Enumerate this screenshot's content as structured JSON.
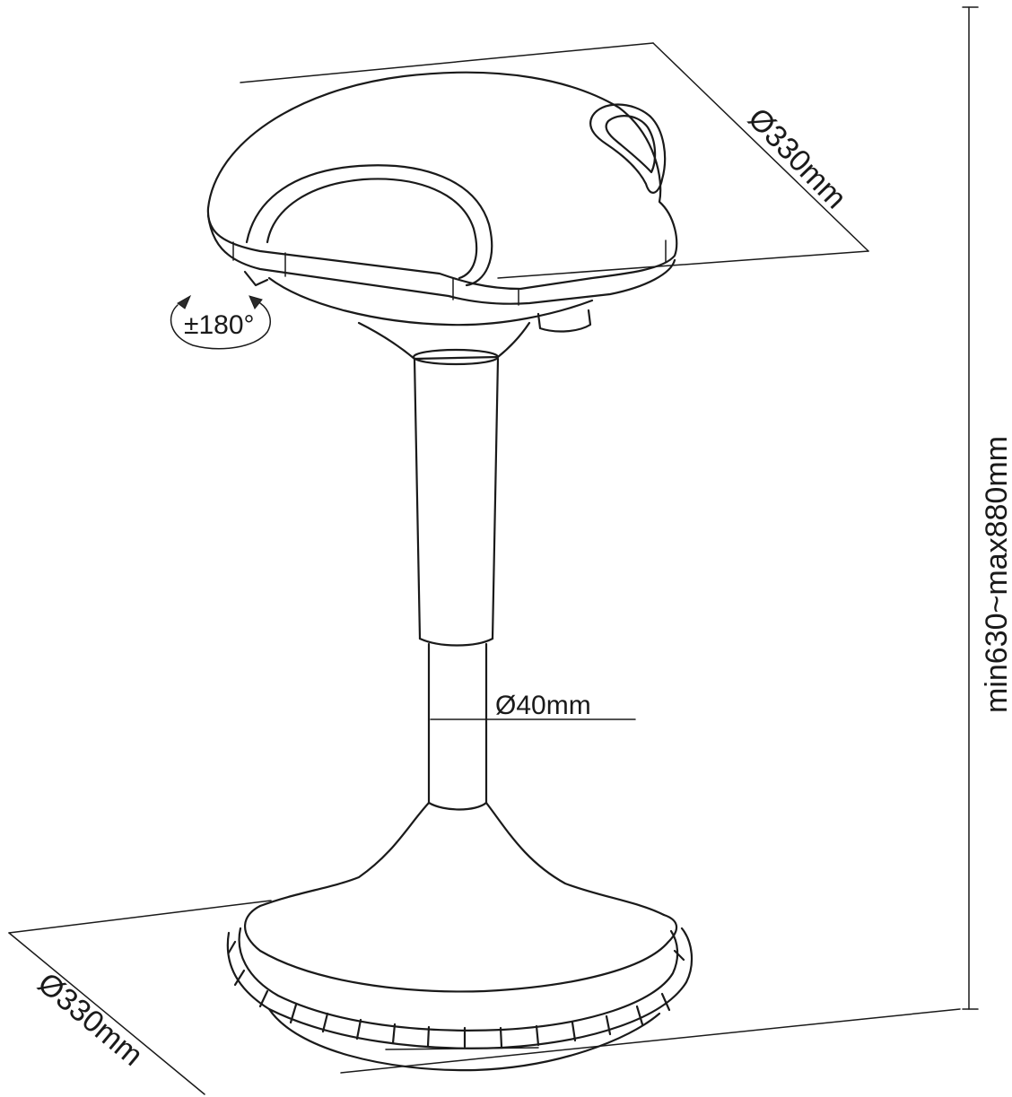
{
  "dimensions": {
    "seat_diameter": "Ø330mm",
    "base_diameter": "Ø330mm",
    "column_diameter": "Ø40mm",
    "height_range": "min630~max880mm",
    "rotation": "±180°"
  },
  "colors": {
    "line": "#1a1a1a",
    "background": "#ffffff"
  }
}
